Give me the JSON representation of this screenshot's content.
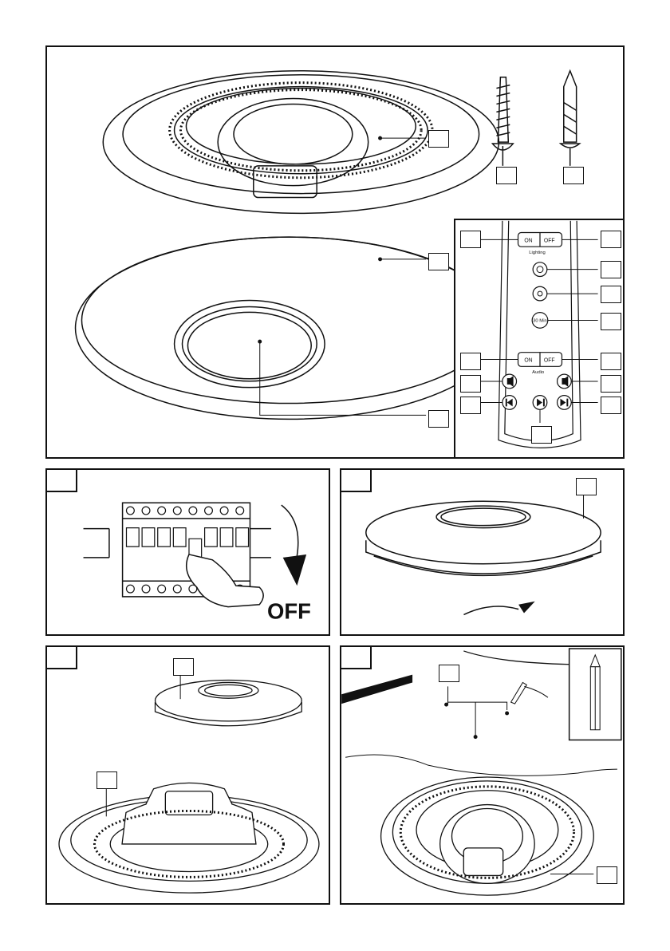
{
  "remote": {
    "lighting_on": "ON",
    "lighting_off": "OFF",
    "lighting_label": "Lighting",
    "timer": "30 Min.",
    "audio_on": "ON",
    "audio_off": "OFF",
    "audio_label": "Audio"
  },
  "panel_b": {
    "off_text": "OFF"
  },
  "icons": [
    "screw-icon",
    "wall-plug-icon",
    "pencil-icon",
    "hand-icon",
    "switch-off-arrow-icon",
    "rotate-arrow-icon"
  ]
}
